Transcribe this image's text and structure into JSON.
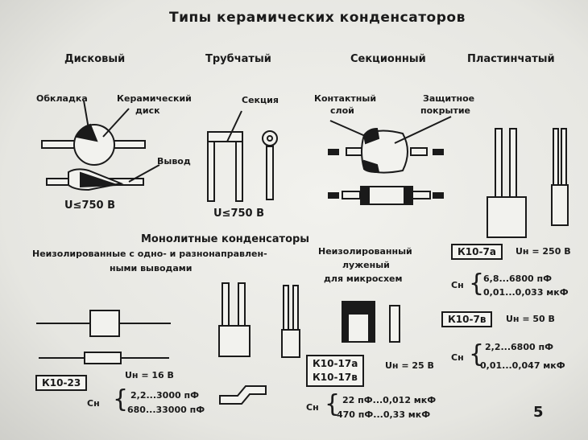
{
  "title": "Типы керамических конденсаторов",
  "types": {
    "disc": "Дисковый",
    "tubular": "Трубчатый",
    "sectional": "Секционный",
    "plate": "Пластинчатый"
  },
  "labels": {
    "plate_layer": "Обкладка",
    "ceramic_disc_line1": "Керамический",
    "ceramic_disc_line2": "диск",
    "lead": "Вывод",
    "section": "Секция",
    "contact_line1": "Контактный",
    "contact_line2": "слой",
    "protective_line1": "Защитное",
    "protective_line2": "покрытие"
  },
  "voltages": {
    "disc": "U≤750 В",
    "tubular": "U≤750 В"
  },
  "monolithic": {
    "heading": "Монолитные конденсаторы",
    "desc_line1": "Неизолированные с одно-  и  разнонаправлен-",
    "desc_line2": "ными выводами",
    "chip_line1": "Неизолированный",
    "chip_line2": "луженый",
    "chip_line3": "для микросхем"
  },
  "models": {
    "k10_23": {
      "name": "К10-23",
      "voltage": "Uн = 16  В",
      "cap_label": "Cн",
      "values": [
        "2,2...3000  пФ",
        "680...33000  пФ"
      ]
    },
    "k10_17": {
      "name_a": "К10-17а",
      "name_b": "К10-17в",
      "voltage": "Uн = 25  В",
      "cap_label": "Cн",
      "values": [
        "22  пФ...0,012  мкФ",
        "470  пФ...0,33  мкФ"
      ]
    },
    "k10_7a": {
      "name": "К10-7а",
      "voltage": "Uн = 250 В",
      "cap_label": "Cн",
      "values": [
        "6,8...6800 пФ",
        "0,01...0,033 мкФ"
      ]
    },
    "k10_7v": {
      "name": "К10-7в",
      "voltage": "Uн = 50  В",
      "cap_label": "Cн",
      "values": [
        "2,2...6800 пФ",
        "0,01...0,047 мкФ"
      ]
    }
  },
  "page_number": "5"
}
